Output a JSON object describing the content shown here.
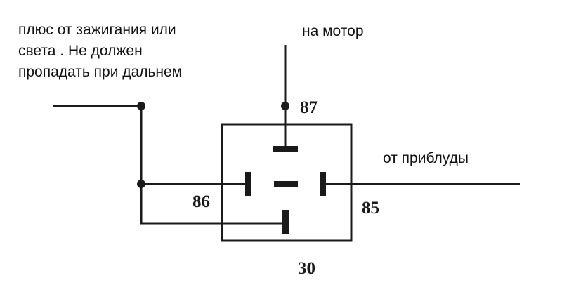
{
  "annotations": {
    "ignition_note": [
      "плюс от зажигания или",
      "света . Не должен",
      "пропадать при дальнем"
    ],
    "motor_label": "на мотор",
    "sensor_label": "от приблуды"
  },
  "pins": {
    "p87": "87",
    "p86": "86",
    "p85": "85",
    "p30": "30"
  },
  "colors": {
    "line": "#1a1a1a",
    "text": "#111111",
    "background": "#ffffff"
  }
}
